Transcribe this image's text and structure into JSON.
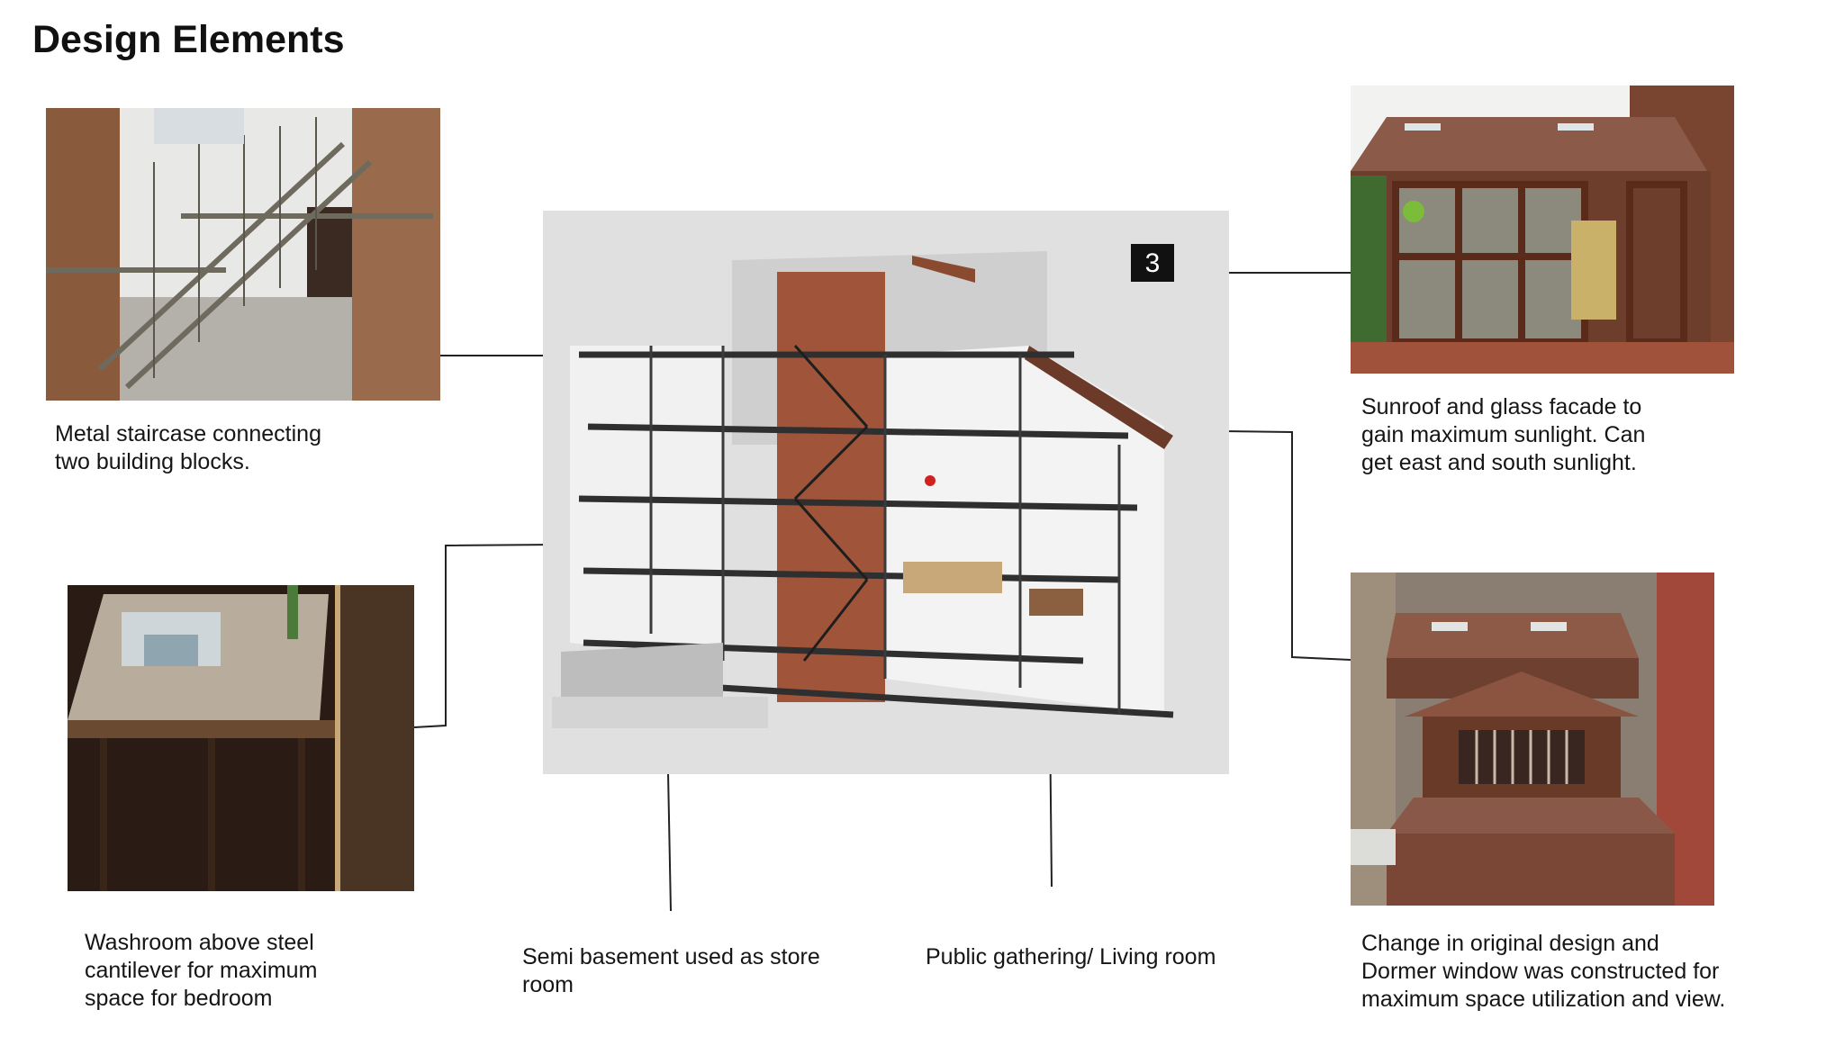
{
  "page": {
    "title": "Design Elements"
  },
  "section_view": {
    "badge": "3"
  },
  "captions": {
    "staircase": [
      "Metal staircase connecting",
      "two building blocks."
    ],
    "sunroof": [
      "Sunroof and glass facade to",
      "gain maximum sunlight. Can",
      "get east and south sunlight."
    ],
    "washroom": [
      "Washroom above steel",
      "cantilever for maximum",
      "space for bedroom"
    ],
    "basement": [
      "Semi basement used as store",
      "room"
    ],
    "living": [
      "Public gathering/ Living room"
    ],
    "dormer": [
      "Change in original design and",
      "Dormer window was constructed for",
      "maximum space utilization and view."
    ]
  }
}
